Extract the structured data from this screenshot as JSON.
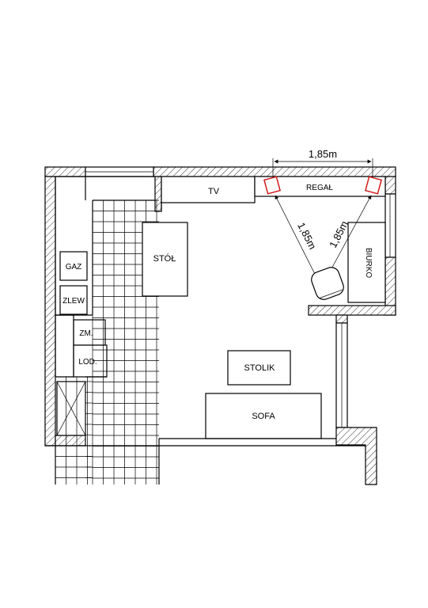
{
  "labels": {
    "tv": "TV",
    "regal": "REGAŁ",
    "stol": "STÓŁ",
    "biurko": "BIURKO",
    "gaz": "GAZ",
    "zlew": "ZLEW",
    "zm": "ZM.",
    "lod": "LOD.",
    "stolik": "STOLIK",
    "sofa": "SOFA"
  },
  "dimensions": {
    "top": "1,85m",
    "left_diagonal": "1,85m",
    "right_diagonal": "1,85m"
  },
  "colors": {
    "speaker": "#d11a1a",
    "line": "#000000"
  }
}
